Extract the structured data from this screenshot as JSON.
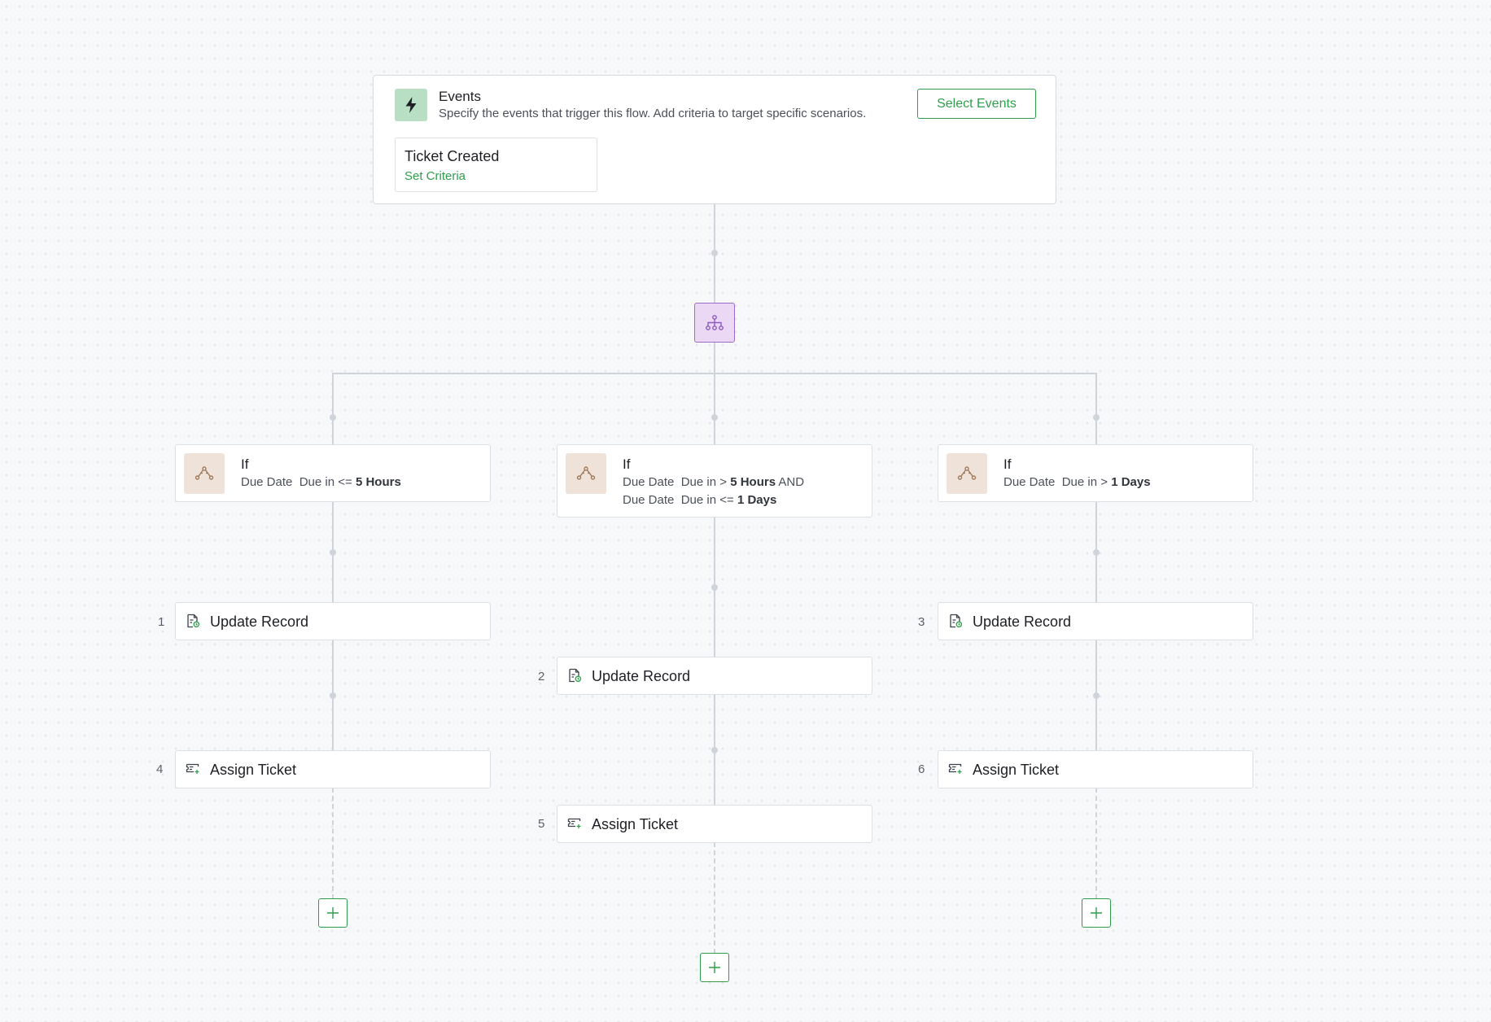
{
  "events": {
    "title": "Events",
    "description": "Specify the events that trigger this flow. Add criteria to target specific scenarios.",
    "select_button": "Select Events",
    "trigger": {
      "name": "Ticket Created",
      "criteria_link": "Set Criteria"
    }
  },
  "branches": [
    {
      "condition": {
        "title": "If",
        "lines": [
          {
            "field": "Due Date",
            "op": "Due in <=",
            "value": "5 Hours",
            "joiner": ""
          }
        ]
      },
      "actions": [
        {
          "step": "1",
          "label": "Update Record",
          "icon": "update-record-icon"
        },
        {
          "step": "4",
          "label": "Assign Ticket",
          "icon": "assign-ticket-icon"
        }
      ]
    },
    {
      "condition": {
        "title": "If",
        "lines": [
          {
            "field": "Due Date",
            "op": "Due in >",
            "value": "5 Hours",
            "joiner": "AND"
          },
          {
            "field": "Due Date",
            "op": "Due in <=",
            "value": "1 Days",
            "joiner": ""
          }
        ]
      },
      "actions": [
        {
          "step": "2",
          "label": "Update Record",
          "icon": "update-record-icon"
        },
        {
          "step": "5",
          "label": "Assign Ticket",
          "icon": "assign-ticket-icon"
        }
      ]
    },
    {
      "condition": {
        "title": "If",
        "lines": [
          {
            "field": "Due Date",
            "op": "Due in >",
            "value": "1 Days",
            "joiner": ""
          }
        ]
      },
      "actions": [
        {
          "step": "3",
          "label": "Update Record",
          "icon": "update-record-icon"
        },
        {
          "step": "6",
          "label": "Assign Ticket",
          "icon": "assign-ticket-icon"
        }
      ]
    }
  ],
  "colors": {
    "accent_green": "#2f9e4c",
    "branch_purple": "#9b6cc9",
    "condition_brown": "#a07a5c"
  }
}
